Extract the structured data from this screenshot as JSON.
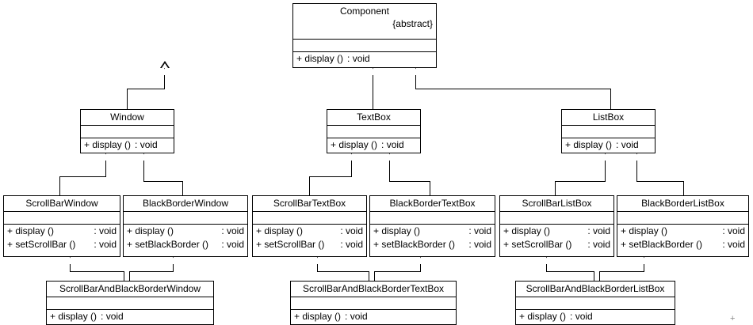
{
  "diagram": {
    "title": "Decorator pattern class hierarchy",
    "type": "uml-class-diagram",
    "background_color": "#ffffff",
    "line_color": "#000000",
    "text_color": "#000000"
  },
  "classes": {
    "component": {
      "name": "Component",
      "stereotype": "{abstract}",
      "attributes": [],
      "operations": [
        {
          "signature": "+ display ()",
          "type": ": void"
        }
      ]
    },
    "window": {
      "name": "Window",
      "attributes": [],
      "operations": [
        {
          "signature": "+ display ()",
          "type": ": void"
        }
      ]
    },
    "textbox": {
      "name": "TextBox",
      "attributes": [],
      "operations": [
        {
          "signature": "+ display ()",
          "type": ": void"
        }
      ]
    },
    "listbox": {
      "name": "ListBox",
      "attributes": [],
      "operations": [
        {
          "signature": "+ display ()",
          "type": ": void"
        }
      ]
    },
    "scrollbarwindow": {
      "name": "ScrollBarWindow",
      "attributes": [],
      "operations": [
        {
          "signature": "+ display ()",
          "type": ": void"
        },
        {
          "signature": "+ setScrollBar ()",
          "type": ": void"
        }
      ]
    },
    "blackborderwindow": {
      "name": "BlackBorderWindow",
      "attributes": [],
      "operations": [
        {
          "signature": "+ display ()",
          "type": ": void"
        },
        {
          "signature": "+ setBlackBorder ()",
          "type": ": void"
        }
      ]
    },
    "scrollbartextbox": {
      "name": "ScrollBarTextBox",
      "attributes": [],
      "operations": [
        {
          "signature": "+ display ()",
          "type": ": void"
        },
        {
          "signature": "+ setScrollBar ()",
          "type": ": void"
        }
      ]
    },
    "blackbordertextbox": {
      "name": "BlackBorderTextBox",
      "attributes": [],
      "operations": [
        {
          "signature": "+ display ()",
          "type": ": void"
        },
        {
          "signature": "+ setBlackBorder ()",
          "type": ": void"
        }
      ]
    },
    "scrollbarlistbox": {
      "name": "ScrollBarListBox",
      "attributes": [],
      "operations": [
        {
          "signature": "+ display ()",
          "type": ": void"
        },
        {
          "signature": "+ setScrollBar ()",
          "type": ": void"
        }
      ]
    },
    "blackborderlistbox": {
      "name": "BlackBorderListBox",
      "attributes": [],
      "operations": [
        {
          "signature": "+ display ()",
          "type": ": void"
        },
        {
          "signature": "+ setBlackBorder ()",
          "type": ": void"
        }
      ]
    },
    "scrollbarandblackborderwindow": {
      "name": "ScrollBarAndBlackBorderWindow",
      "attributes": [],
      "operations": [
        {
          "signature": "+ display ()",
          "type": ": void"
        }
      ]
    },
    "scrollbarandblackbordertextbox": {
      "name": "ScrollBarAndBlackBorderTextBox",
      "attributes": [],
      "operations": [
        {
          "signature": "+ display ()",
          "type": ": void"
        }
      ]
    },
    "scrollbarandblackborderlistbox": {
      "name": "ScrollBarAndBlackBorderListBox",
      "attributes": [],
      "operations": [
        {
          "signature": "+ display ()",
          "type": ": void"
        }
      ]
    }
  },
  "generalizations": [
    {
      "from": "Window",
      "to": "Component"
    },
    {
      "from": "TextBox",
      "to": "Component"
    },
    {
      "from": "ListBox",
      "to": "Component"
    },
    {
      "from": "ScrollBarWindow",
      "to": "Window"
    },
    {
      "from": "BlackBorderWindow",
      "to": "Window"
    },
    {
      "from": "ScrollBarTextBox",
      "to": "TextBox"
    },
    {
      "from": "BlackBorderTextBox",
      "to": "TextBox"
    },
    {
      "from": "ScrollBarListBox",
      "to": "ListBox"
    },
    {
      "from": "BlackBorderListBox",
      "to": "ListBox"
    },
    {
      "from": "ScrollBarAndBlackBorderWindow",
      "to": "ScrollBarWindow"
    },
    {
      "from": "ScrollBarAndBlackBorderWindow",
      "to": "BlackBorderWindow"
    },
    {
      "from": "ScrollBarAndBlackBorderTextBox",
      "to": "ScrollBarTextBox"
    },
    {
      "from": "ScrollBarAndBlackBorderTextBox",
      "to": "BlackBorderTextBox"
    },
    {
      "from": "ScrollBarAndBlackBorderListBox",
      "to": "ScrollBarListBox"
    },
    {
      "from": "ScrollBarAndBlackBorderListBox",
      "to": "BlackBorderListBox"
    }
  ],
  "cursor": {
    "glyph": "+"
  }
}
